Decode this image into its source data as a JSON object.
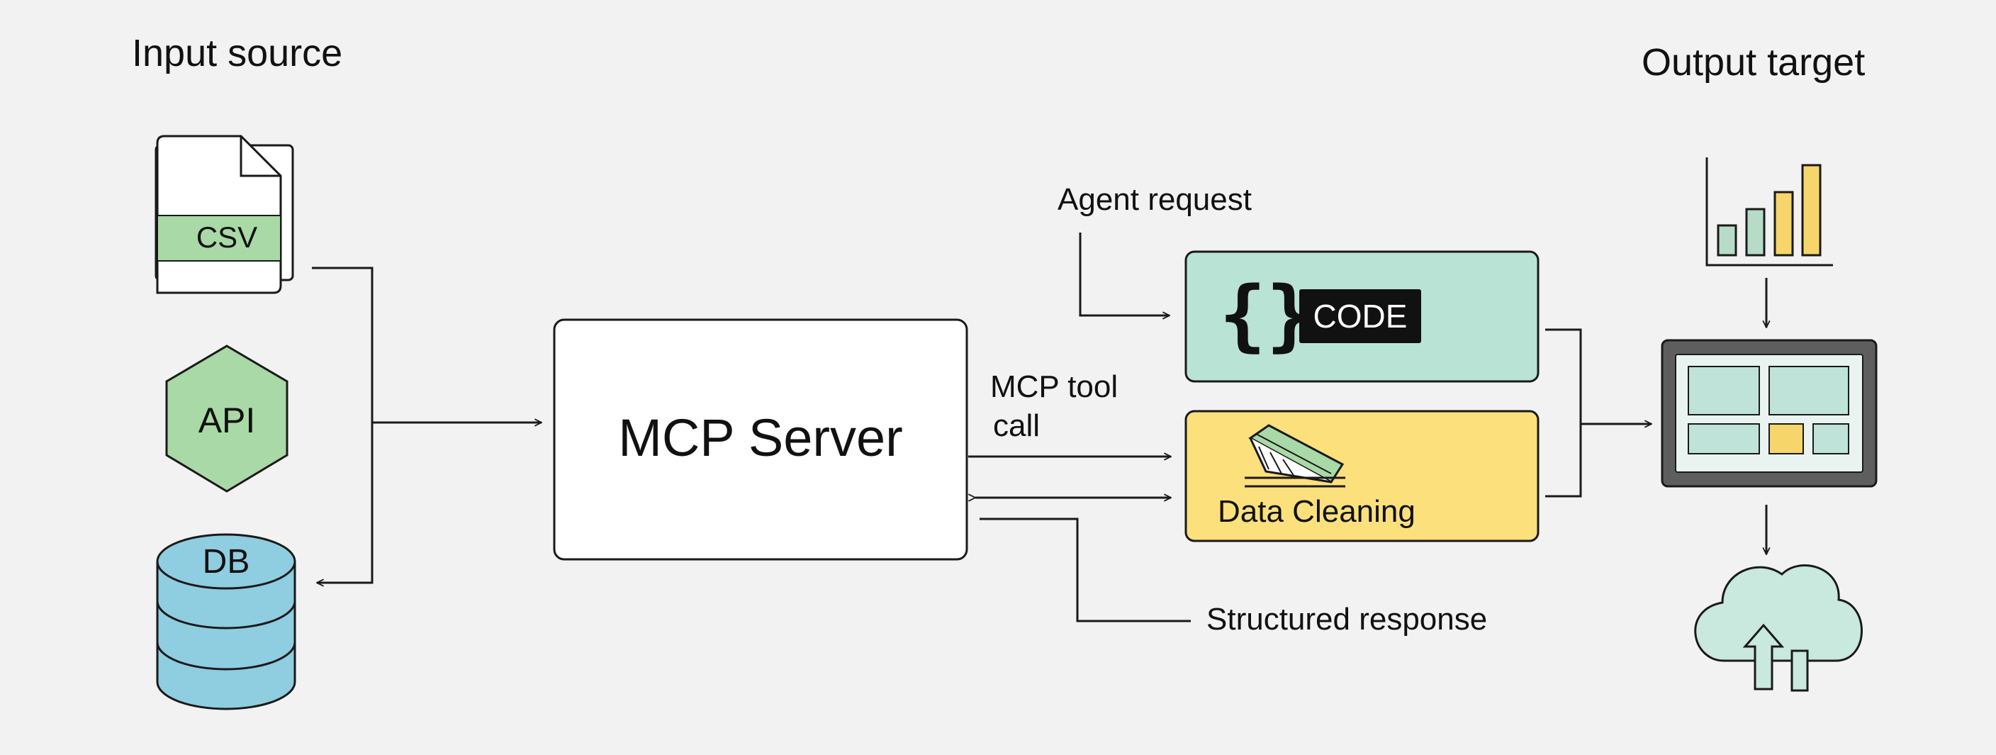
{
  "headings": {
    "input": "Input source",
    "output": "Output target"
  },
  "sources": {
    "csv": "CSV",
    "api": "API",
    "db": "DB"
  },
  "server": {
    "label": "MCP Server"
  },
  "tools": {
    "code": "CODE",
    "cleaning": "Data Cleaning"
  },
  "edges": {
    "agent_request": "Agent request",
    "tool_call_line1": "MCP tool",
    "tool_call_line2": "call",
    "structured_response": "Structured response"
  },
  "icons": [
    "csv-file-icon",
    "api-hexagon-icon",
    "database-icon",
    "braces-icon",
    "brush-icon",
    "bar-chart-icon",
    "dashboard-icon",
    "cloud-upload-icon"
  ],
  "colors": {
    "background": "#f2f2f2",
    "green_light": "#a9d9a6",
    "db_blue": "#8fcde0",
    "code_panel": "#b9e3d5",
    "cleaning_panel": "#fbe07c",
    "chart_green": "#b6dcc8",
    "chart_yellow": "#f6d56b",
    "dashboard_frame": "#5e5e5e",
    "dashboard_tile": "#bfe3d8",
    "cloud": "#c9e8de"
  }
}
